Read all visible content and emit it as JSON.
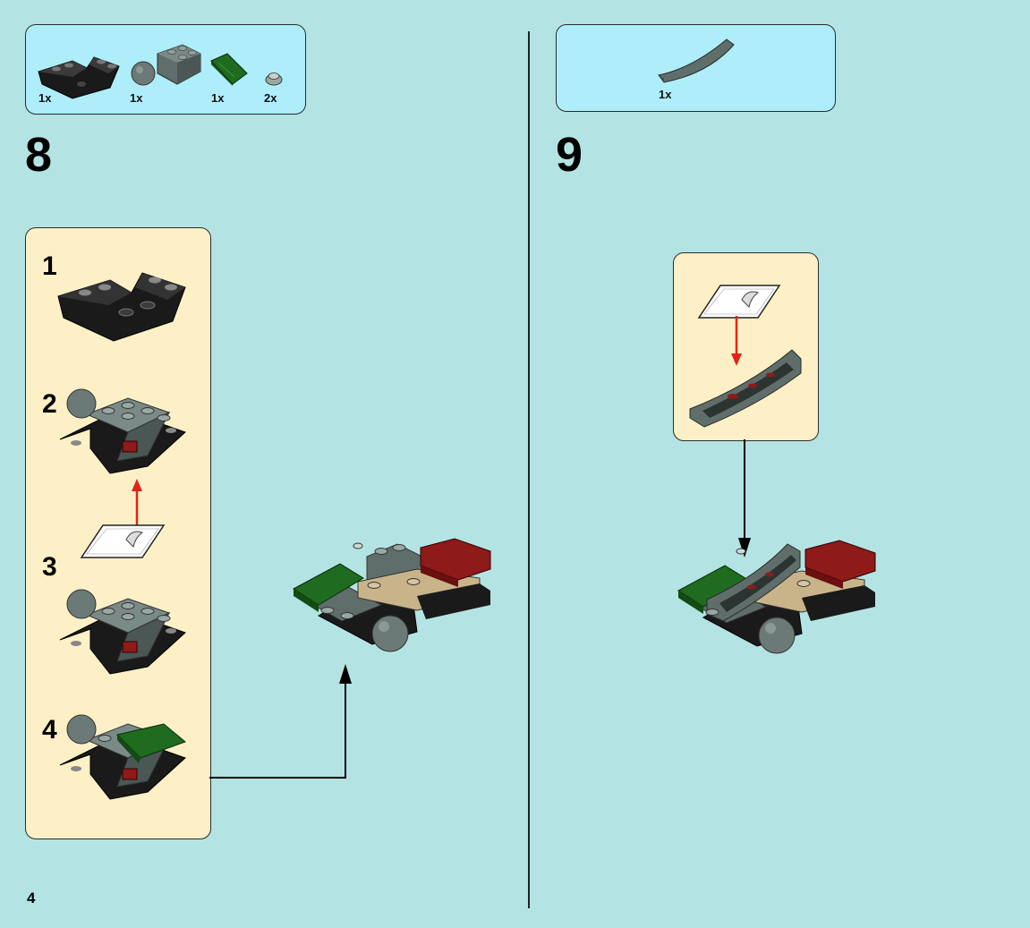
{
  "page": {
    "number": "4"
  },
  "colors": {
    "background": "#b3e4e3",
    "parts_box": "#aeeefa",
    "sub_box": "#fdf0c6",
    "arrow_red": "#e2231a",
    "brick_black": "#1a1a1a",
    "brick_gray": "#5f6e6a",
    "brick_green": "#1f6b1f",
    "brick_red": "#8e1a1a",
    "brick_tan": "#c9b48a"
  },
  "step8": {
    "number": "8",
    "parts": [
      {
        "icon": "black-inverted-slope-brick-icon",
        "qty": "1x"
      },
      {
        "icon": "gray-brick-with-ball-icon",
        "qty": "1x"
      },
      {
        "icon": "green-slope-tile-icon",
        "qty": "1x"
      },
      {
        "icon": "small-gray-round-plate-icon",
        "qty": "2x"
      }
    ],
    "substeps": [
      {
        "number": "1"
      },
      {
        "number": "2"
      },
      {
        "number": "3"
      },
      {
        "number": "4"
      }
    ]
  },
  "step9": {
    "number": "9",
    "parts": [
      {
        "icon": "gray-curved-slope-icon",
        "qty": "1x"
      }
    ]
  }
}
